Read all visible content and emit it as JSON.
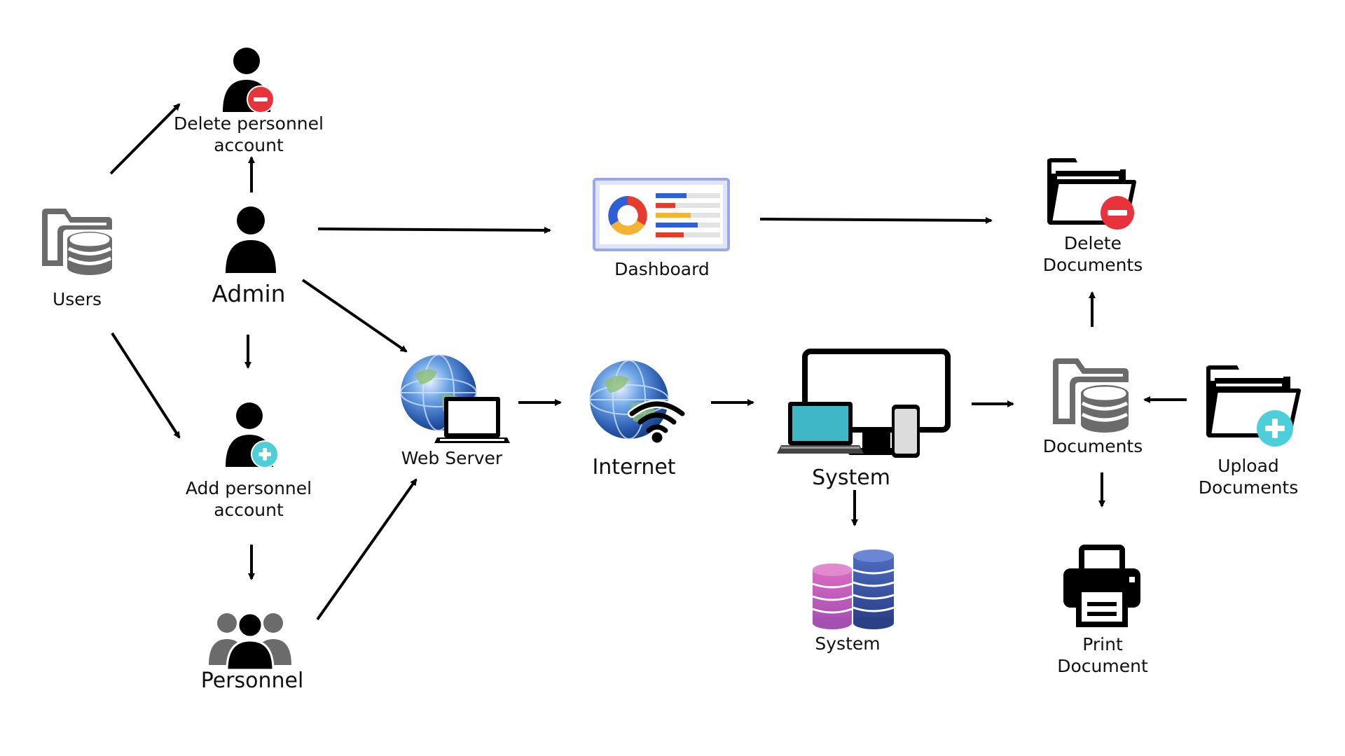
{
  "nodes": {
    "users": {
      "label": "Users",
      "icon": "folder-database-icon"
    },
    "admin": {
      "label": "Admin",
      "icon": "person-icon"
    },
    "delete_personnel": {
      "label_line1": "Delete personnel",
      "label_line2": "account",
      "icon": "person-remove-icon"
    },
    "add_personnel": {
      "label_line1": "Add personnel",
      "label_line2": "account",
      "icon": "person-add-icon"
    },
    "personnel": {
      "label": "Personnel",
      "icon": "group-icon"
    },
    "web_server": {
      "label": "Web Server",
      "icon": "globe-laptop-icon"
    },
    "dashboard": {
      "label": "Dashboard",
      "icon": "dashboard-chart-icon"
    },
    "internet": {
      "label": "Internet",
      "icon": "globe-wifi-icon"
    },
    "system": {
      "label": "System",
      "icon": "devices-icon"
    },
    "system_db": {
      "label": "System",
      "icon": "database-stack-icon"
    },
    "documents": {
      "label": "Documents",
      "icon": "folder-database-icon"
    },
    "delete_documents": {
      "label_line1": "Delete",
      "label_line2": "Documents",
      "icon": "folder-remove-icon"
    },
    "upload_documents": {
      "label_line1": "Upload",
      "label_line2": "Documents",
      "icon": "folder-add-icon"
    },
    "print_document": {
      "label_line1": "Print",
      "label_line2": "Document",
      "icon": "printer-icon"
    }
  },
  "colors": {
    "remove_badge": "#e8323c",
    "add_badge": "#4ccfd9",
    "folder_gray": "#6b6b6b",
    "dashboard_border": "#9aa8e8",
    "db_pink": "#c659b4",
    "db_blue": "#3c5fa8",
    "globe_blue": "#2f62b5",
    "laptop_screen": "#3fb7c7"
  }
}
